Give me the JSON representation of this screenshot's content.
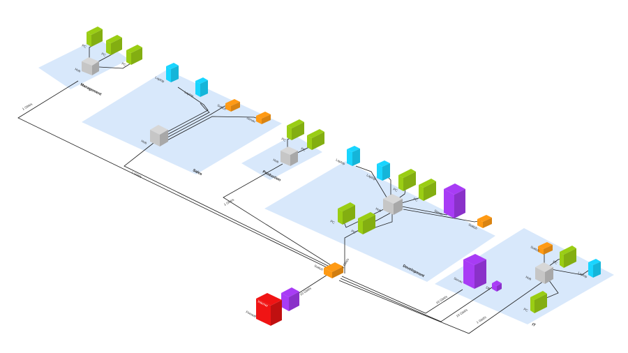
{
  "colors": {
    "zone": "#d8e8fb",
    "pc": "#9acd14",
    "laptop": "#19d5ff",
    "server": "#a83cf5",
    "switch": "#ff9a14",
    "hub": "#d7d7d7",
    "firewall": "#f01414",
    "link": "#1a1a1a"
  },
  "departments": {
    "management": "Management",
    "sales": "Sales",
    "production": "Production",
    "development": "Development",
    "it": "IT"
  },
  "device_labels": {
    "pc": "PC",
    "laptop": "Laptop",
    "hub": "Hub",
    "server": "Server",
    "switch": "Switch",
    "firewall": "Firewall",
    "db": "DB",
    "internet": "Internet"
  },
  "link_labels": {
    "management": "1 Gbit/s",
    "sales": "1 Gbit/s",
    "production": "1 Gbit/s",
    "development": "1 Gbit/s",
    "firewall": "10 Gbit/s",
    "server": "10 Gbit/s",
    "db": "10 Gbit/s",
    "it": "1 Gbit/s"
  }
}
